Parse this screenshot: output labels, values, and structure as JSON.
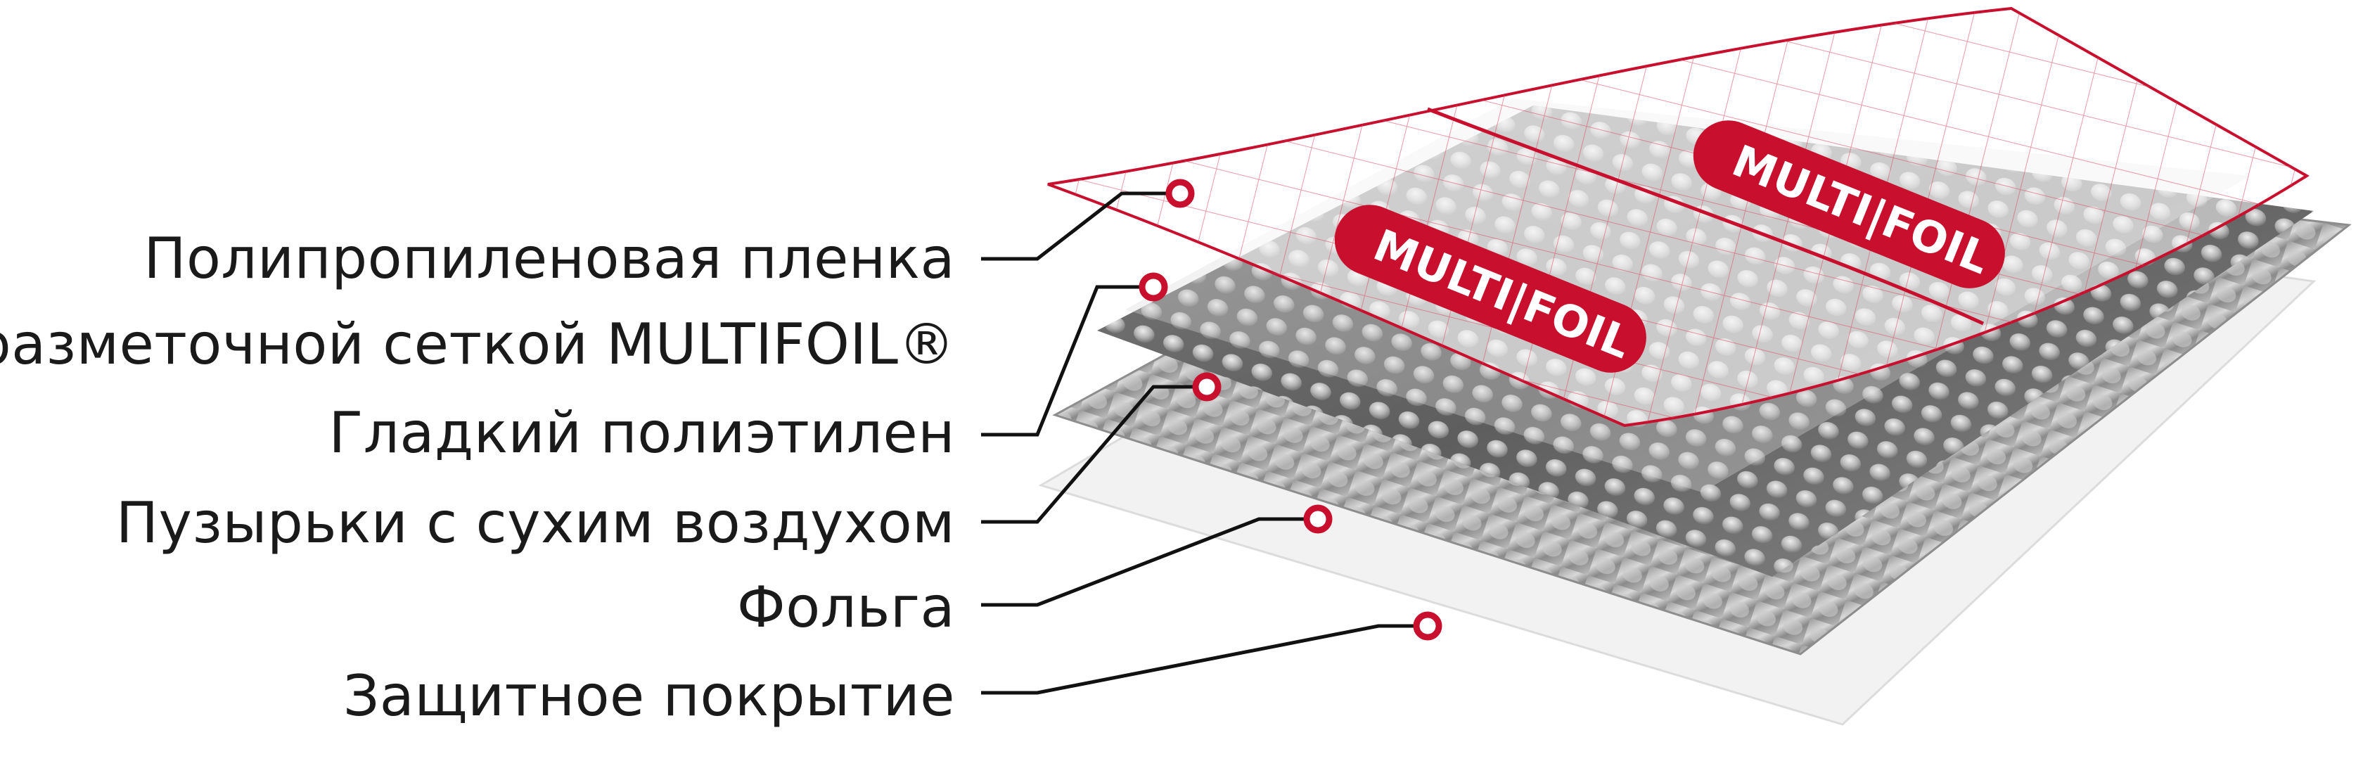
{
  "labels": {
    "film_line1": "Полипропиленовая пленка",
    "film_line2": "с разметочной сеткой MULTIFOIL®",
    "polyethylene": "Гладкий полиэтилен",
    "bubbles": "Пузырьки с сухим воздухом",
    "foil": "Фольга",
    "coating": "Защитное покрытие"
  },
  "brand": {
    "logo_text": "MULTI|FOIL"
  },
  "colors": {
    "accent": "#c8102e",
    "text": "#1a1a1a",
    "leader": "#111111"
  }
}
